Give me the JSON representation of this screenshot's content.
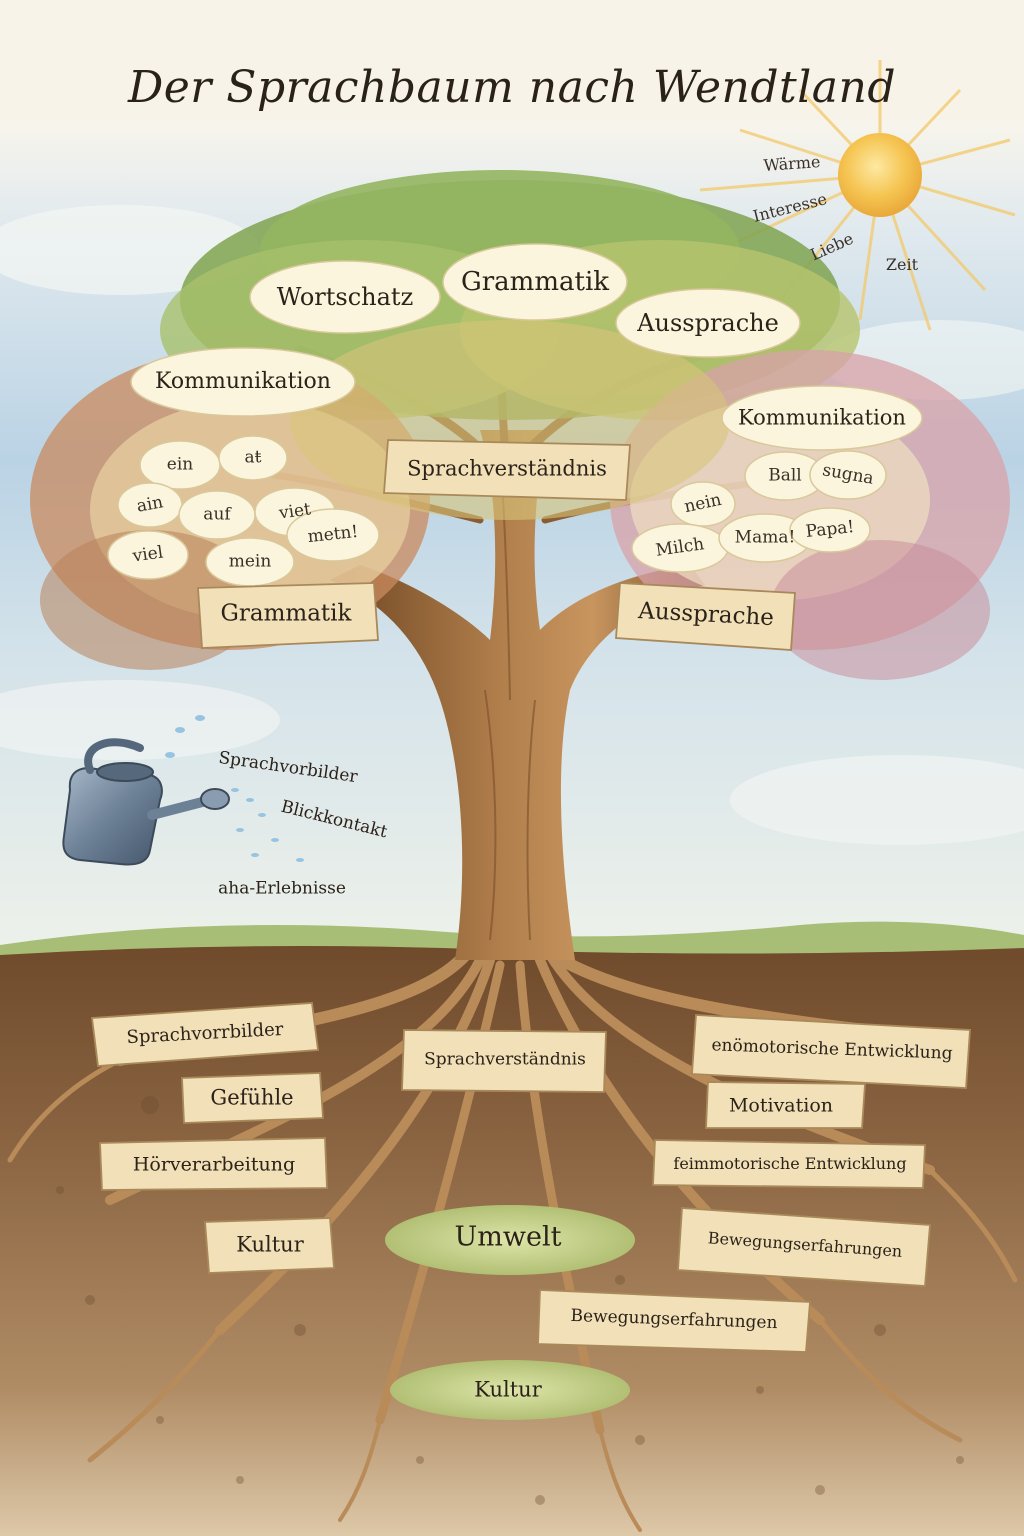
{
  "title": "Der Sprachbaum nach Wendtland",
  "sun_words": [
    "Wärme",
    "Interesse",
    "Liebe",
    "Zeit"
  ],
  "crown_clouds": [
    "Wortschatz",
    "Grammatik",
    "Aussprache",
    "Kommunikation",
    "Kommunikation"
  ],
  "left_leaf_words": [
    "ein",
    "aŧ",
    "ain",
    "auf",
    "viet",
    "viel",
    "mein",
    "metn!"
  ],
  "right_leaf_words": [
    "Ball",
    "sugna",
    "nein",
    "Milch",
    "Mama!",
    "Papa!"
  ],
  "trunk_scrolls": [
    "Sprachverständnis",
    "Grammatik",
    "Aussprache"
  ],
  "watering": [
    "Sprachvorbilder",
    "Blickkontakt",
    "aha-Erlebnisse"
  ],
  "root_scrolls": [
    "Sprachvorrbilder",
    "Gefühle",
    "Hörverarbeitung",
    "Kultur",
    "Sprachverständnis",
    "enömotorische Entwicklung",
    "Motivation",
    "feimmotorische Entwicklung",
    "Bewegungserfahrungen",
    "Bewegungserfahrungen"
  ],
  "soil_labels": [
    "Umwelt",
    "Kultur"
  ],
  "colors": {
    "sky": "#a9c9e3",
    "paper": "#f7f3e8",
    "foliage_green": "#7fa34f",
    "foliage_yellow": "#e8d48a",
    "foliage_pink": "#d8a2a8",
    "foliage_rust": "#c98a5e",
    "trunk": "#9a6a3c",
    "soil": "#8a6440",
    "scroll": "#f1e0b8",
    "moss": "#b7c47a",
    "sun": "#f3c24a"
  },
  "icons": [
    "sun-icon",
    "watering-can-icon",
    "tree-trunk",
    "roots"
  ]
}
